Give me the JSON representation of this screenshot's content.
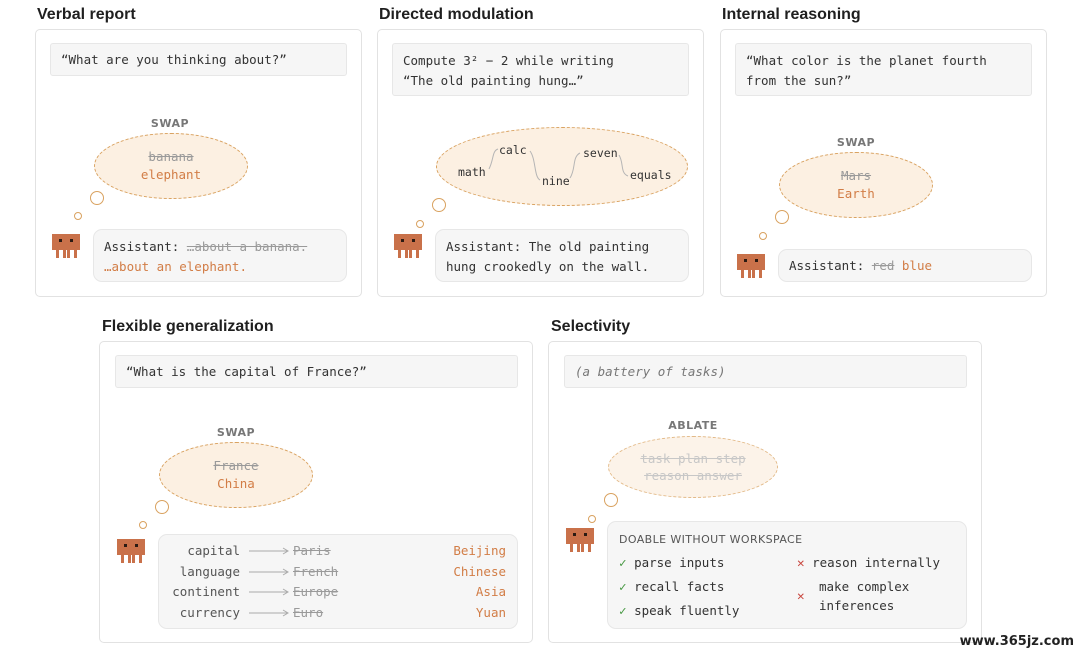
{
  "verbal": {
    "title": "Verbal report",
    "prompt": "“What are you thinking about?”",
    "op": "SWAP",
    "thought_old": "banana",
    "thought_new": "elephant",
    "reply_prefix": "Assistant:",
    "reply_old": "…about a banana.",
    "reply_new": "…about an elephant."
  },
  "directed": {
    "title": "Directed modulation",
    "prompt_line1": "Compute 3² − 2 while writing",
    "prompt_line2": "“The old painting hung…”",
    "words": [
      "math",
      "calc",
      "nine",
      "seven",
      "equals"
    ],
    "reply_line1": "Assistant: The old painting",
    "reply_line2": "hung crookedly on the wall."
  },
  "internal": {
    "title": "Internal reasoning",
    "prompt_line1": "“What color is the planet fourth",
    "prompt_line2": "from the sun?”",
    "op": "SWAP",
    "thought_old": "Mars",
    "thought_new": "Earth",
    "reply_prefix": "Assistant:",
    "reply_old": "red",
    "reply_new": "blue"
  },
  "flexible": {
    "title": "Flexible generalization",
    "prompt": "“What is the capital of France?”",
    "op": "SWAP",
    "thought_old": "France",
    "thought_new": "China",
    "rows": [
      {
        "attr": "capital",
        "old": "Paris",
        "new": "Beijing"
      },
      {
        "attr": "language",
        "old": "French",
        "new": "Chinese"
      },
      {
        "attr": "continent",
        "old": "Europe",
        "new": "Asia"
      },
      {
        "attr": "currency",
        "old": "Euro",
        "new": "Yuan"
      }
    ]
  },
  "selectivity": {
    "title": "Selectivity",
    "prompt": "(a battery of tasks)",
    "op": "ABLATE",
    "thought_line1": "task plan step",
    "thought_line2": "reason answer",
    "box_heading": "DOABLE WITHOUT WORKSPACE",
    "can": [
      "parse inputs",
      "recall facts",
      "speak fluently"
    ],
    "cannot_1": "reason internally",
    "cannot_2_line1": "make complex",
    "cannot_2_line2": "inferences"
  },
  "watermark": "www.365jz.com",
  "colors": {
    "accent": "#d27d46",
    "thought_fill": "#fcf0e2",
    "thought_border": "#d9a260",
    "robot": "#c9714a",
    "check": "#4a9a46",
    "cross": "#c8463e"
  },
  "icons": {
    "robot": "robot-icon",
    "arrow": "arrow-right-icon",
    "check": "check-icon",
    "cross": "cross-icon"
  }
}
